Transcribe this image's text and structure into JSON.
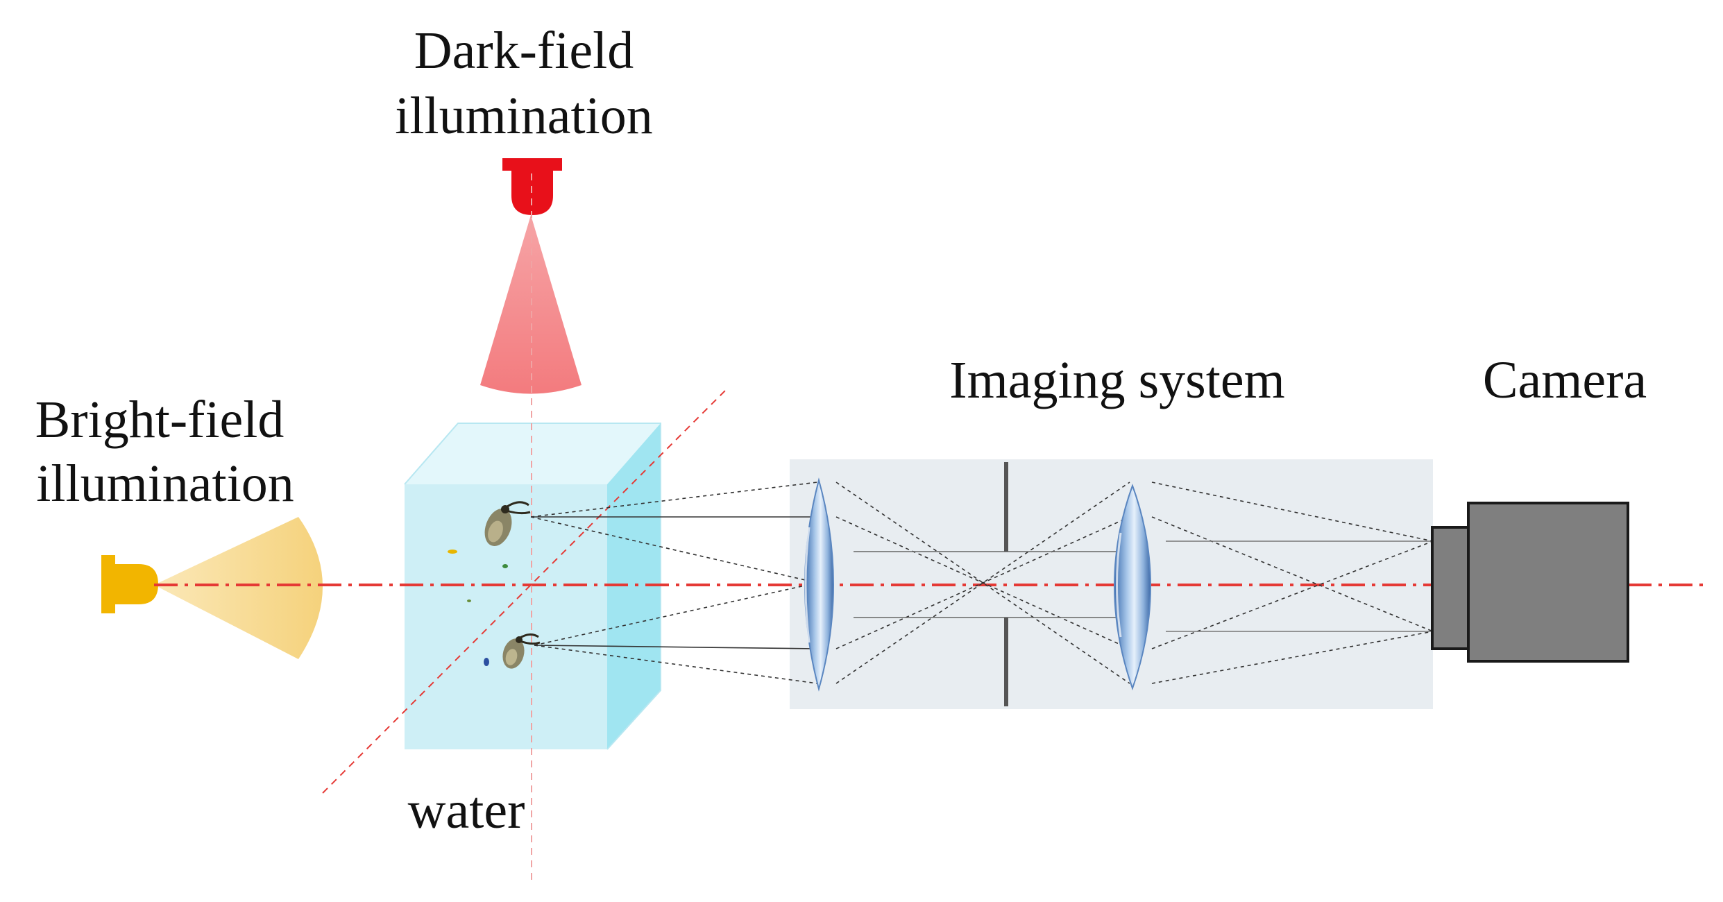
{
  "labels": {
    "dark_field": [
      "Dark-field",
      "illumination"
    ],
    "bright_field": [
      "Bright-field",
      "illumination"
    ],
    "imaging_system": "Imaging system",
    "camera": "Camera",
    "water": "water"
  },
  "colors": {
    "optical_axis": "#e53935",
    "dark_field_source": "#e8101a",
    "dark_field_beam": "#f58a8c",
    "bright_field_source": "#f2b500",
    "bright_field_beam": "#f6d788",
    "water_tank": "#c6ecf5",
    "water_tank_side": "#8fe0ee",
    "imaging_box": "#e8edf1",
    "lens": "#7aa7d6",
    "aperture": "#555555",
    "camera_body": "#7f7f7f"
  },
  "icons": {
    "dark_field_source": "lamp-icon",
    "bright_field_source": "lamp-icon",
    "organism": "zooplankton-icon",
    "lens": "biconvex-lens-icon",
    "camera": "camera-icon"
  }
}
